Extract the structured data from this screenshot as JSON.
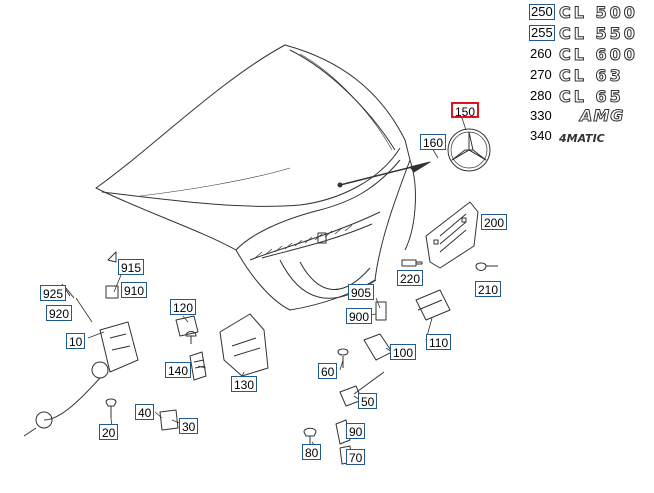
{
  "selected_part": "150",
  "callouts": {
    "p150": "150",
    "p160": "160",
    "p200": "200",
    "p220": "220",
    "p210": "210",
    "p915": "915",
    "p910": "910",
    "p925": "925",
    "p920": "920",
    "p10": "10",
    "p120": "120",
    "p140": "140",
    "p130": "130",
    "p40": "40",
    "p30": "30",
    "p20": "20",
    "p905": "905",
    "p900": "900",
    "p100": "100",
    "p110": "110",
    "p60": "60",
    "p50": "50",
    "p90": "90",
    "p80": "80",
    "p70": "70"
  },
  "legend": [
    {
      "number": "250",
      "model": "CL 500",
      "boxed": true
    },
    {
      "number": "255",
      "model": "CL 550",
      "boxed": true
    },
    {
      "number": "260",
      "model": "CL 600",
      "boxed": false
    },
    {
      "number": "270",
      "model": "CL 63",
      "boxed": false
    },
    {
      "number": "280",
      "model": "CL 65",
      "boxed": false
    },
    {
      "number": "330",
      "model": "AMG",
      "boxed": false
    },
    {
      "number": "340",
      "model": "4MATIC",
      "boxed": false
    }
  ],
  "colors": {
    "callout_border": "#1f5b8c",
    "selected_border": "#e0141e",
    "line": "#333333"
  }
}
